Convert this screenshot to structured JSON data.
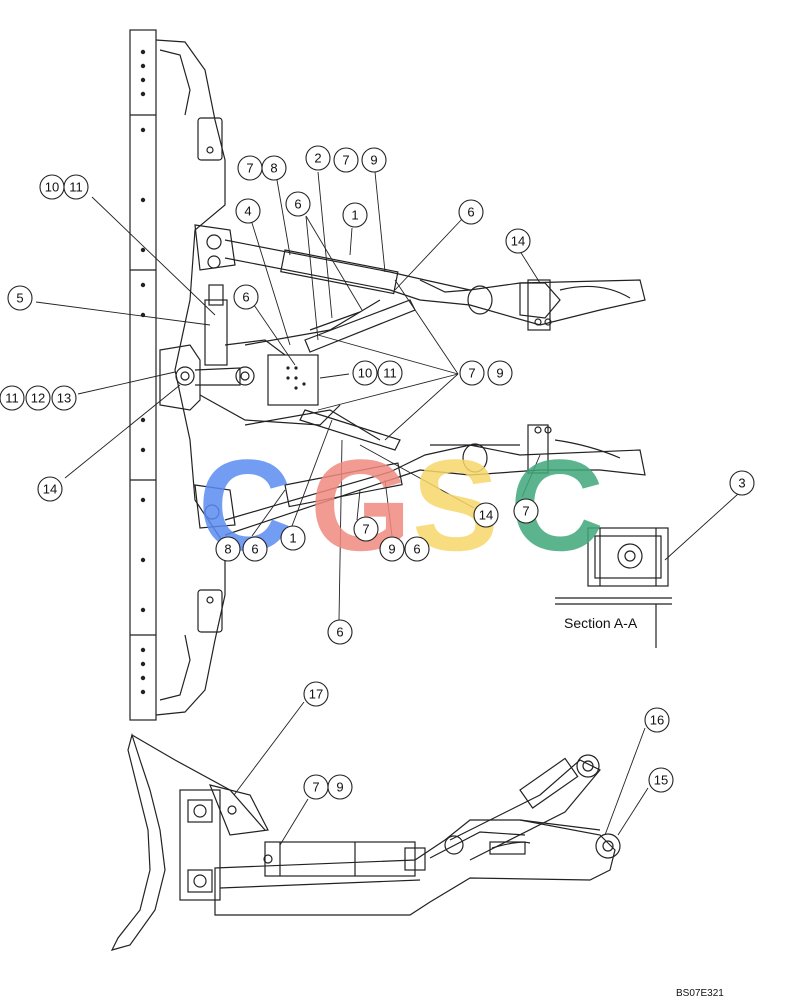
{
  "diagram": {
    "section_caption": "Section A-A",
    "drawing_code": "BS07E321",
    "watermark": {
      "letters": [
        "C",
        "G",
        "S",
        "C"
      ],
      "colors": [
        "#5b8cf0",
        "#f08a80",
        "#f7d76a",
        "#3fa87a"
      ]
    },
    "callouts": [
      "7",
      "8",
      "2",
      "7",
      "9",
      "10",
      "11",
      "6",
      "1",
      "6",
      "4",
      "14",
      "5",
      "6",
      "11",
      "12",
      "13",
      "10",
      "11",
      "7",
      "9",
      "14",
      "7",
      "8",
      "6",
      "1",
      "7",
      "9",
      "6",
      "14",
      "3",
      "6",
      "17",
      "7",
      "9",
      "16",
      "15"
    ]
  }
}
